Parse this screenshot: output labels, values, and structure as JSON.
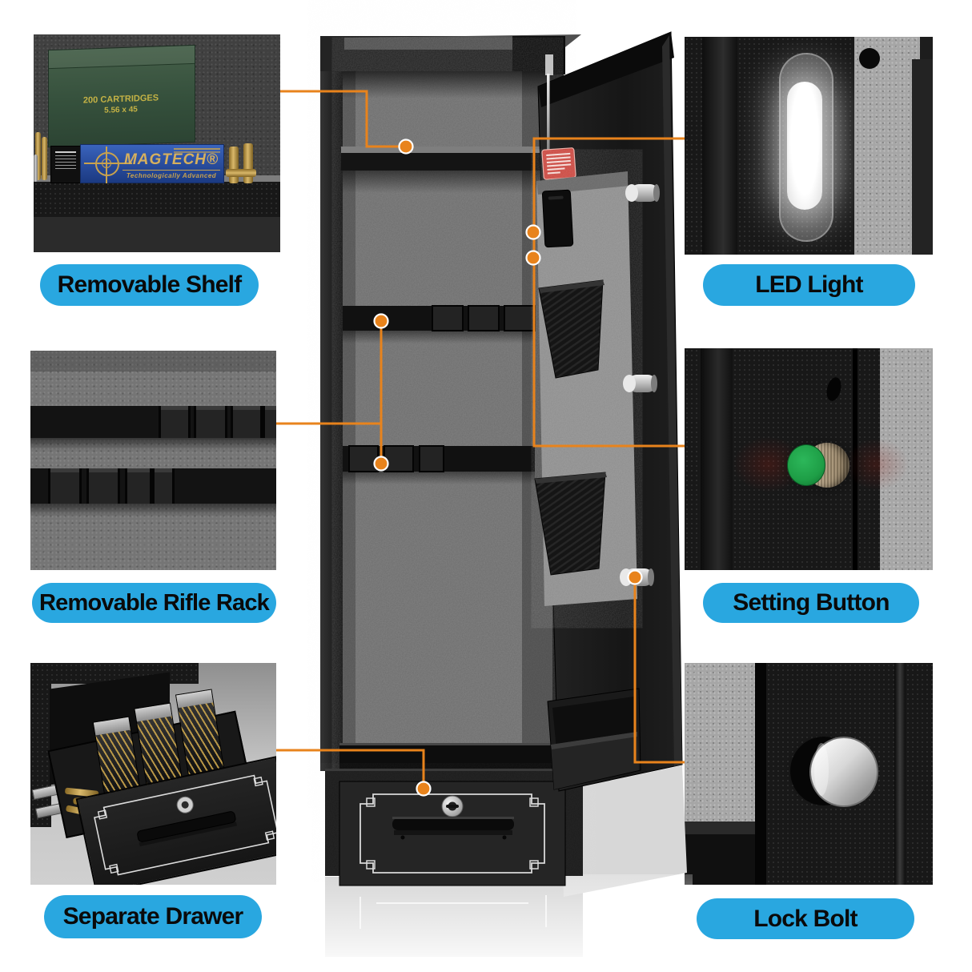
{
  "labels": {
    "shelf": "Removable Shelf",
    "rack": "Removable Rifle Rack",
    "drawer": "Separate Drawer",
    "led": "LED Light",
    "setting": "Setting Button",
    "lock": "Lock Bolt"
  },
  "ammo": {
    "can_line1": "200 CARTRIDGES",
    "can_line2": "5.56 x 45",
    "box_brand": "MAGTECH®",
    "box_tagline": "Technologically Advanced"
  },
  "colors": {
    "accent_orange": "#E8831C",
    "label_blue": "#29A7E0",
    "label_text": "#0A0A0A",
    "led_green": "#1E9E46",
    "warning_red": "#CC4840",
    "brass_gold": "#C9A44C",
    "magtech_blue": "#2B4FA0"
  },
  "icons": {
    "callout_dot": "orange circle marker",
    "keyhole": "round key lock",
    "lock_bolt": "chrome cylinder",
    "led": "glowing capsule"
  }
}
